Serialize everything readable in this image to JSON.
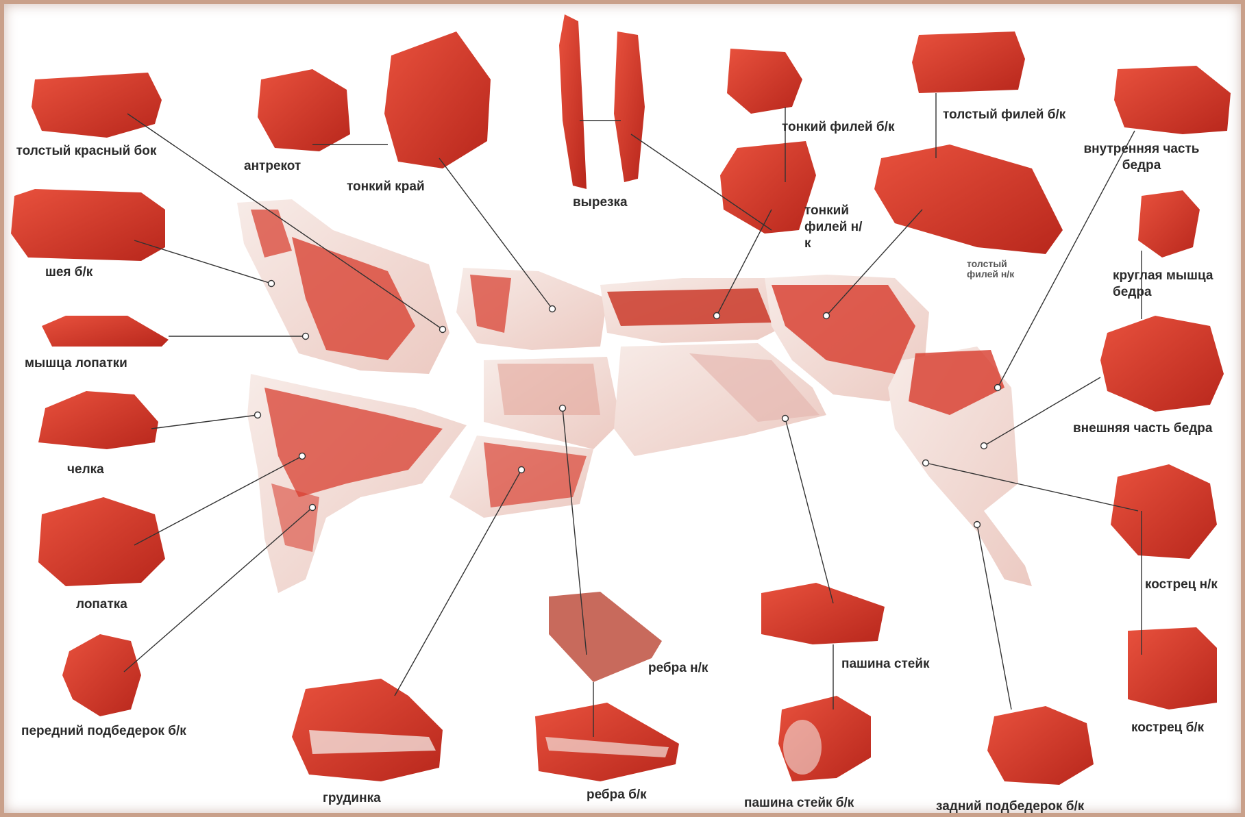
{
  "colors": {
    "border": "#c9a08a",
    "meat": "#d7392a",
    "meat_dark": "#a9231b",
    "fat": "#f3e1dc",
    "leader_line": "#333333"
  },
  "cuts": {
    "tolstyi_krasnyi_bok": "толстый красный бок",
    "antrekot": "антрекот",
    "tonkii_krai": "тонкий край",
    "vyrezka": "вырезка",
    "tonkii_filei_bk": "тонкий филей б/к",
    "tolstyi_filei_bk": "толстый филей б/к",
    "vnutrennyaya_chast_bedra": "внутренняя часть бедра",
    "sheya_bk": "шея б/к",
    "tonkii_filei_nk": "тонкий филей н/к",
    "tolstyi_filei_nk": "толстый филей н/к",
    "kruglaya_myshca_bedra": "круглая мышца бедра",
    "myshca_lopatki": "мышца лопатки",
    "vneshnyaya_chast_bedra": "внешняя часть бедра",
    "chelka": "челка",
    "lopatka": "лопатка",
    "kostrec_nk": "кострец н/к",
    "perednii_podbederok_bk": "передний подбедерок б/к",
    "rebra_nk": "ребра н/к",
    "pashina_steik": "пашина стейк",
    "kostrec_bk": "кострец б/к",
    "grudinka": "грудинка",
    "rebra_bk": "ребра б/к",
    "pashina_steik_bk": "пашина стейк б/к",
    "zadnii_podbederok_bk": "задний подбедерок б/к"
  }
}
